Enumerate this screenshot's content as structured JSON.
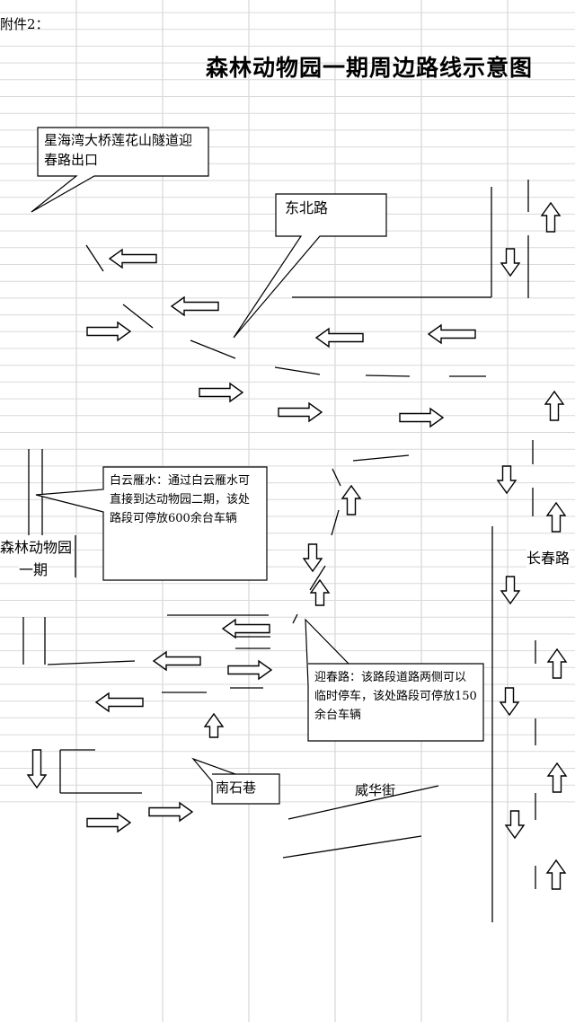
{
  "header": {
    "attachment_label": "附件2：",
    "title": "森林动物园一期周边路线示意图"
  },
  "callouts": {
    "xinghaiwan": "星海湾大桥莲花山隧道迎春路出口",
    "dongbei": "东北路",
    "baiyun": "白云雁水：通过白云雁水可直接到达动物园二期，该处路段可停放600余台车辆",
    "yingchun": "迎春路：该路段道路两侧可以临时停车，该处路段可停放150余台车辆",
    "nanshi": "南石巷"
  },
  "labels": {
    "zoo_line1": "森林动物园",
    "zoo_line2": "一期",
    "changchun": "长春路",
    "weihua": "威华街"
  }
}
